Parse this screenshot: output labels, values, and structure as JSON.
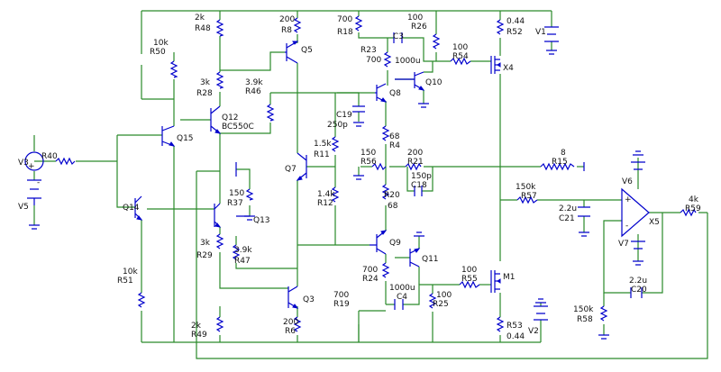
{
  "components": {
    "R40": {
      "name": "R40",
      "value": ""
    },
    "R48": {
      "name": "R48",
      "value": "2k"
    },
    "R50": {
      "name": "R50",
      "value": "10k"
    },
    "R28": {
      "name": "R28",
      "value": "3k"
    },
    "R46": {
      "name": "R46",
      "value": "3.9k"
    },
    "R8": {
      "name": "R8",
      "value": "200"
    },
    "R18": {
      "name": "R18",
      "value": "700"
    },
    "R23": {
      "name": "R23",
      "value": "700"
    },
    "R26": {
      "name": "R26",
      "value": "100"
    },
    "R54": {
      "name": "R54",
      "value": "100"
    },
    "R52": {
      "name": "R52",
      "value": "0.44"
    },
    "R11": {
      "name": "R11",
      "value": "1.5k"
    },
    "R12": {
      "name": "R12",
      "value": "1.4k"
    },
    "R4": {
      "name": "R4",
      "value": "68"
    },
    "R20": {
      "name": "R20",
      "value": "68"
    },
    "R56": {
      "name": "R56",
      "value": "150"
    },
    "R21": {
      "name": "R21",
      "value": "200"
    },
    "R15": {
      "name": "R15",
      "value": "8"
    },
    "R57": {
      "name": "R57",
      "value": "150k"
    },
    "R59": {
      "name": "R59",
      "value": "4k"
    },
    "R58": {
      "name": "R58",
      "value": "150k"
    },
    "R37": {
      "name": "R37",
      "value": "150"
    },
    "R47": {
      "name": "R47",
      "value": "3.9k"
    },
    "R29": {
      "name": "R29",
      "value": "3k"
    },
    "R51": {
      "name": "R51",
      "value": "10k"
    },
    "R49": {
      "name": "R49",
      "value": "2k"
    },
    "R6": {
      "name": "R6",
      "value": "200"
    },
    "R24": {
      "name": "R24",
      "value": "700"
    },
    "R19": {
      "name": "R19",
      "value": "700"
    },
    "R25": {
      "name": "R25",
      "value": "100"
    },
    "R55": {
      "name": "R55",
      "value": "100"
    },
    "R53": {
      "name": "R53",
      "value": "0.44"
    },
    "C3": {
      "name": "C3",
      "value": "1000u"
    },
    "C19": {
      "name": "C19",
      "value": "250p"
    },
    "C18": {
      "name": "C18",
      "value": "150p"
    },
    "C21": {
      "name": "C21",
      "value": "2.2u"
    },
    "C20": {
      "name": "C20",
      "value": "2.2u"
    },
    "C4": {
      "name": "C4",
      "value": "1000u"
    },
    "Q5": {
      "name": "Q5"
    },
    "Q8": {
      "name": "Q8"
    },
    "Q10": {
      "name": "Q10"
    },
    "Q12": {
      "name": "Q12",
      "part": "BC550C"
    },
    "Q15": {
      "name": "Q15"
    },
    "Q7": {
      "name": "Q7"
    },
    "Q13": {
      "name": "Q13"
    },
    "Q14": {
      "name": "Q14"
    },
    "Q9": {
      "name": "Q9"
    },
    "Q11": {
      "name": "Q11"
    },
    "Q3": {
      "name": "Q3"
    },
    "X4": {
      "name": "X4"
    },
    "M1": {
      "name": "M1"
    },
    "X5": {
      "name": "X5"
    },
    "V1": {
      "name": "V1"
    },
    "V2": {
      "name": "V2"
    },
    "V3": {
      "name": "V3"
    },
    "V5": {
      "name": "V5"
    },
    "V6": {
      "name": "V6"
    },
    "V7": {
      "name": "V7"
    }
  },
  "opamp_pins": {
    "plus": "+",
    "minus": "-"
  },
  "source_pins": {
    "plus": "+",
    "minus": "-"
  },
  "colors": {
    "wire": "#2a8a2a",
    "component": "#0000cc",
    "text": "#111111"
  }
}
